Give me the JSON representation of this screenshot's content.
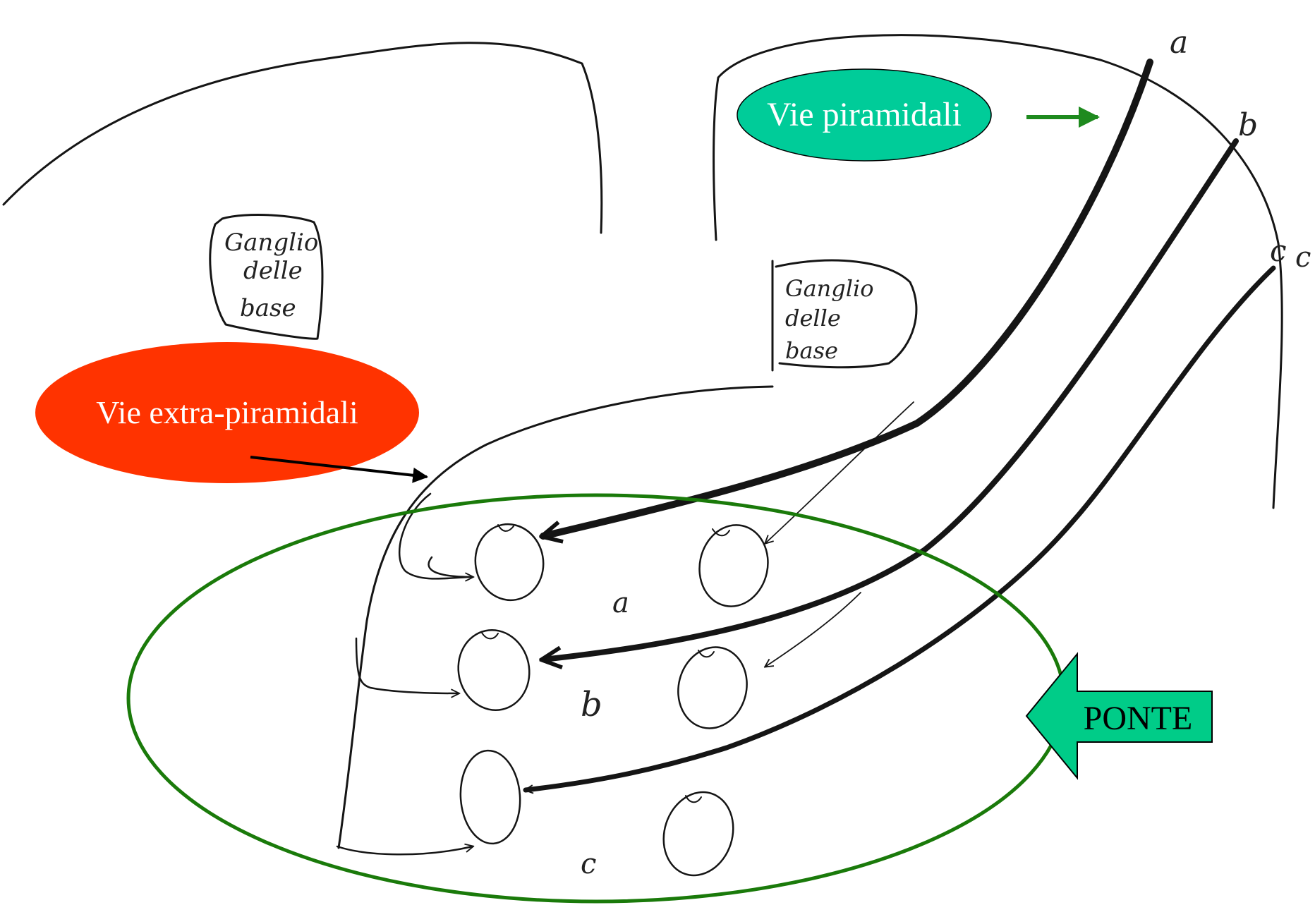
{
  "labels": {
    "pyramidal": "Vie piramidali",
    "extra_pyramidal": "Vie extra-piramidali",
    "pons": "PONTE"
  },
  "handwritten": {
    "basal_ganglia_left": [
      "Ganglio",
      "delle",
      "base"
    ],
    "basal_ganglia_right": [
      "Ganglio",
      "delle",
      "base"
    ],
    "cortex_a": "a",
    "cortex_b": "b",
    "cortex_c": "c",
    "cortex_c_outer": "c",
    "nucleus_a": "a",
    "nucleus_b": "b",
    "nucleus_c": "c"
  },
  "colors": {
    "pyramidal_fill": "#00cc99",
    "extra_pyramidal_fill": "#ff3300",
    "pons_outline": "#1a7a0a",
    "pons_arrow_fill": "#00cc88",
    "green_arrow": "#1e8a1e",
    "black_arrow": "#000000"
  }
}
